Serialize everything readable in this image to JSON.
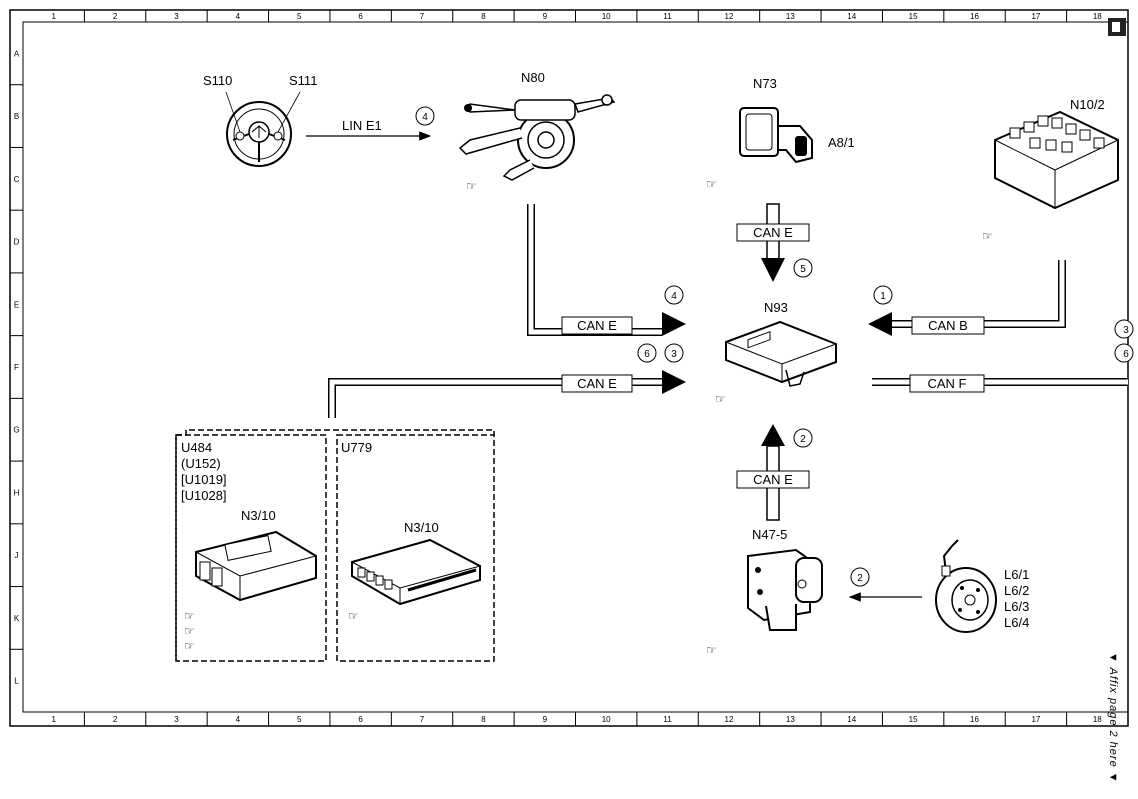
{
  "sheet": {
    "columns": [
      "1",
      "2",
      "3",
      "4",
      "5",
      "6",
      "7",
      "8",
      "9",
      "10",
      "11",
      "12",
      "13",
      "14",
      "15",
      "16",
      "17",
      "18"
    ],
    "rows": [
      "A",
      "B",
      "C",
      "D",
      "E",
      "F",
      "G",
      "H",
      "J",
      "K",
      "L"
    ],
    "side_note": "▼ Affix page 2 here ▼"
  },
  "components": {
    "steering_wheel": {
      "label_left": "S110",
      "label_right": "S111"
    },
    "n80": {
      "label": "N80"
    },
    "n73": {
      "label": "N73",
      "sublabel": "A8/1"
    },
    "n10_2": {
      "label": "N10/2"
    },
    "n93": {
      "label": "N93"
    },
    "n47_5": {
      "label": "N47-5"
    },
    "wheel_sensors": {
      "labels": [
        "L6/1",
        "L6/2",
        "L6/3",
        "L6/4"
      ]
    },
    "u484_group": {
      "labels": [
        "U484",
        "(U152)",
        "[U1019]",
        "[U1028]"
      ],
      "module": "N3/10"
    },
    "u779_group": {
      "label": "U779",
      "module": "N3/10"
    }
  },
  "connections": {
    "lin_e1": "LIN E1",
    "can_e": "CAN E",
    "can_b": "CAN B",
    "can_f": "CAN F"
  },
  "markers": {
    "m1": "1",
    "m2": "2",
    "m3": "3",
    "m4": "4",
    "m5": "5",
    "m6": "6"
  }
}
